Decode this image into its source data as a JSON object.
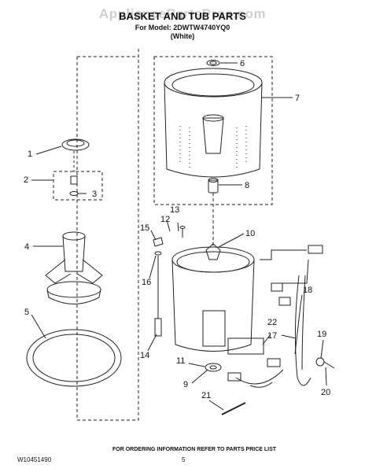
{
  "watermark": "AppliancePartsPros.com",
  "header": {
    "title": "BASKET AND TUB PARTS",
    "model": "For Model: 2DWTW4740YQ0",
    "color": "(White)"
  },
  "callouts": [
    "1",
    "2",
    "3",
    "4",
    "5",
    "6",
    "7",
    "8",
    "9",
    "10",
    "11",
    "12",
    "13",
    "14",
    "15",
    "16",
    "17",
    "18",
    "19",
    "20",
    "21",
    "22"
  ],
  "footer": {
    "doc_number": "W10451490",
    "page": "5",
    "ordering_note": "FOR ORDERING INFORMATION REFER TO PARTS PRICE LIST"
  }
}
